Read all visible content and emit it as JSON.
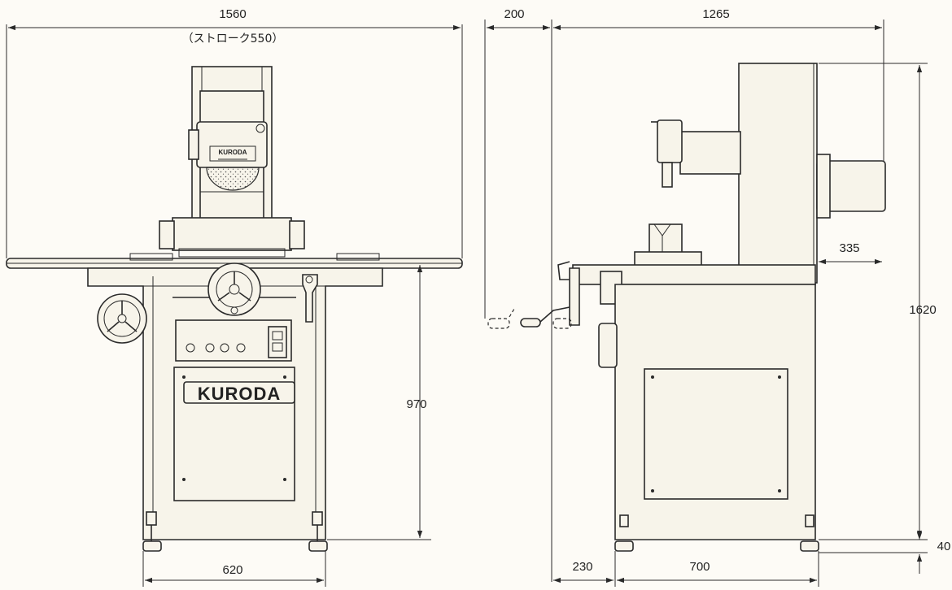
{
  "dimensions": {
    "front_width": "1560",
    "stroke_note": "（ストローク550）",
    "side_rear": "200",
    "side_depth": "1265",
    "head_offset": "335",
    "overall_height": "1620",
    "table_height": "970",
    "base_width": "620",
    "leveler_height": "40",
    "side_front": "230",
    "side_base": "700"
  },
  "brand": {
    "plate_label": "KURODA",
    "guard_label": "KURODA"
  },
  "colors": {
    "line": "#2a2a2a",
    "paper": "#fdfbf6",
    "fill": "#f7f4ea"
  }
}
